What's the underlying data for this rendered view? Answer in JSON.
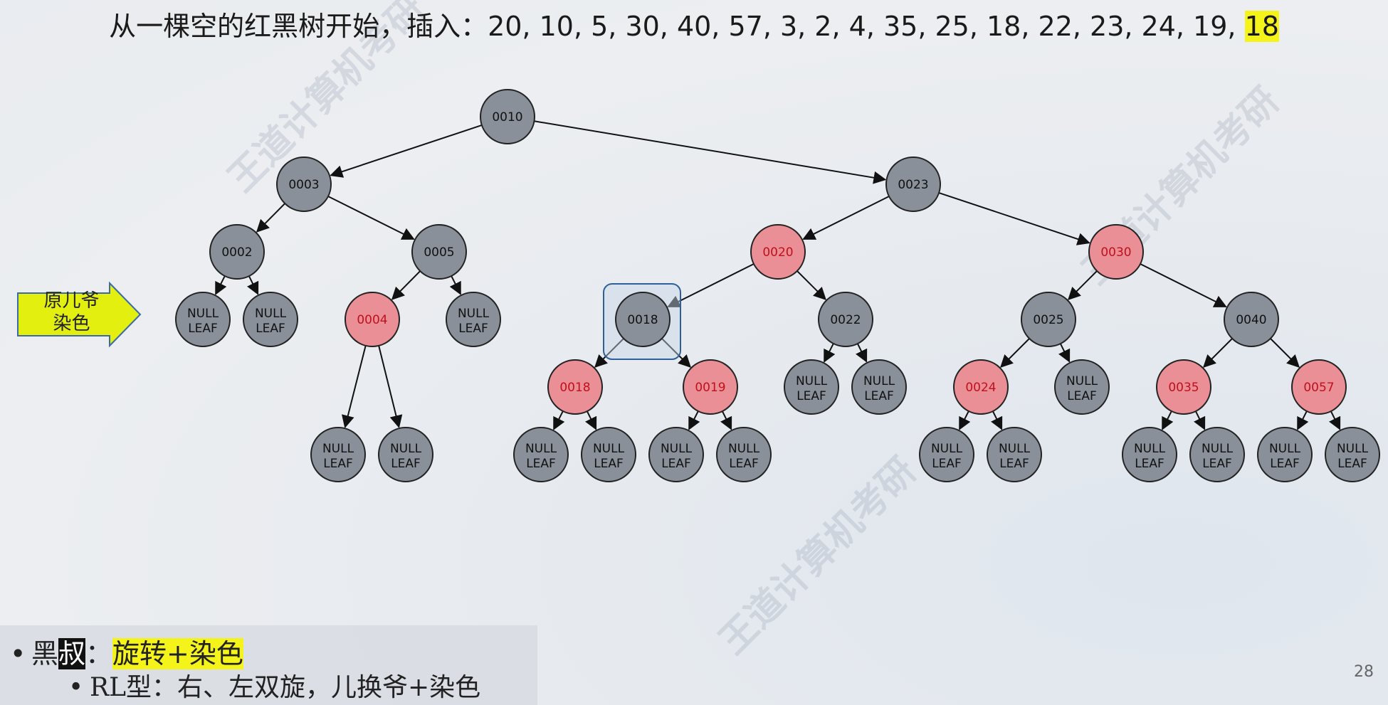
{
  "title": {
    "text": "从一棵空的红黑树开始，插入：20, 10, 5, 30, 40, 57, 3, 2, 4, 35, 25, 18, 22, 23, 24, 19, ",
    "highlight": "18"
  },
  "colors": {
    "black_node": "#8a9099",
    "red_node": "#ea8f95",
    "red_text": "#c0101c",
    "highlight": "#f4f41a",
    "selection_box": "#2d5f9a"
  },
  "tree": {
    "nodes": [
      {
        "id": "n10",
        "label": "0010",
        "color": "black"
      },
      {
        "id": "n3",
        "label": "0003",
        "color": "black"
      },
      {
        "id": "n23",
        "label": "0023",
        "color": "black"
      },
      {
        "id": "n2",
        "label": "0002",
        "color": "black"
      },
      {
        "id": "n5",
        "label": "0005",
        "color": "black"
      },
      {
        "id": "n4",
        "label": "0004",
        "color": "red"
      },
      {
        "id": "n20",
        "label": "0020",
        "color": "red"
      },
      {
        "id": "n30",
        "label": "0030",
        "color": "red"
      },
      {
        "id": "n18",
        "label": "0018",
        "color": "black",
        "selected": true
      },
      {
        "id": "n22",
        "label": "0022",
        "color": "black"
      },
      {
        "id": "n25",
        "label": "0025",
        "color": "black"
      },
      {
        "id": "n40",
        "label": "0040",
        "color": "black"
      },
      {
        "id": "n18r",
        "label": "0018",
        "color": "red"
      },
      {
        "id": "n19",
        "label": "0019",
        "color": "red"
      },
      {
        "id": "n24",
        "label": "0024",
        "color": "red"
      },
      {
        "id": "n35",
        "label": "0035",
        "color": "red"
      },
      {
        "id": "n57",
        "label": "0057",
        "color": "red"
      }
    ],
    "edges": [
      [
        "n10",
        "n3"
      ],
      [
        "n10",
        "n23"
      ],
      [
        "n3",
        "n2"
      ],
      [
        "n3",
        "n5"
      ],
      [
        "n5",
        "n4"
      ],
      [
        "n23",
        "n20"
      ],
      [
        "n23",
        "n30"
      ],
      [
        "n20",
        "n18"
      ],
      [
        "n20",
        "n22"
      ],
      [
        "n18",
        "n18r"
      ],
      [
        "n18",
        "n19"
      ],
      [
        "n30",
        "n25"
      ],
      [
        "n30",
        "n40"
      ],
      [
        "n25",
        "n24"
      ],
      [
        "n40",
        "n35"
      ],
      [
        "n40",
        "n57"
      ]
    ],
    "null_leaf_label": [
      "NULL",
      "LEAF"
    ],
    "null_leaf_parents": [
      "n2",
      "n2",
      "n4",
      "n4",
      "n5",
      "n18r",
      "n18r",
      "n19",
      "n19",
      "n22",
      "n22",
      "n24",
      "n24",
      "n25",
      "n35",
      "n35",
      "n57",
      "n57"
    ]
  },
  "callout": {
    "line1": "原儿爷",
    "line2": "染色"
  },
  "bullets": {
    "b1_prefix": "黑",
    "b1_inverted": "叔",
    "b1_colon": "：",
    "b1_highlight": "旋转+染色",
    "b2_text": "RL型：右、左双旋，儿换爷+染色"
  },
  "page_number": "28",
  "watermark": "王道计算机考研"
}
